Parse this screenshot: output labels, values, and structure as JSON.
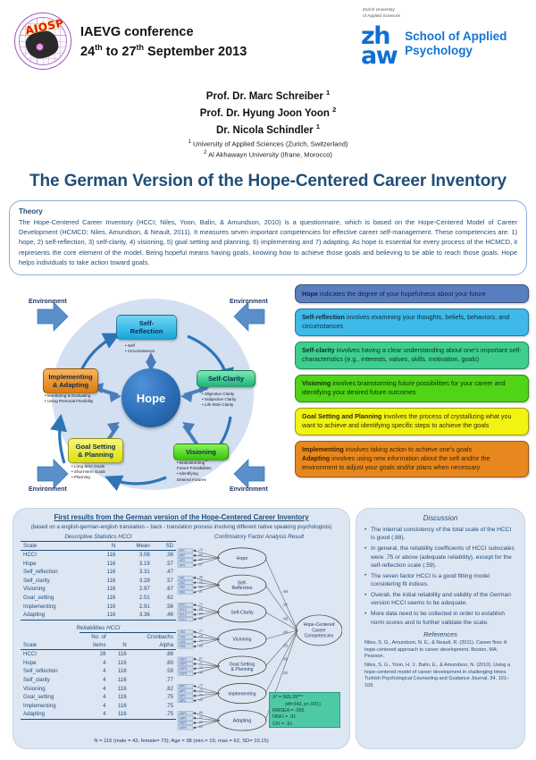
{
  "header": {
    "conference_line1": "IAEVG conference",
    "conference_line2_pre": "24",
    "conference_line2_sup1": "th",
    "conference_line2_mid": " to 27",
    "conference_line2_sup2": "th",
    "conference_line2_post": " September 2013",
    "aiosp_word": "AIOSP",
    "zhaw_tagline_line1": "Zurich University",
    "zhaw_tagline_line2": "of Applied Sciences",
    "zhaw_mark_line1": "zh",
    "zhaw_mark_line2": "aw",
    "zhaw_school_line1": "School of Applied",
    "zhaw_school_line2": "Psychology",
    "brand_color": "#1474d6"
  },
  "authors": {
    "a1": "Prof. Dr. Marc Schreiber",
    "a1_sup": "1",
    "a2": "Prof. Dr. Hyung Joon Yoon",
    "a2_sup": "2",
    "a3": "Dr. Nicola Schindler",
    "a3_sup": "1",
    "affil1_sup": "1",
    "affil1": " University of Applied Sciences (Zurich, Switzerland)",
    "affil2_sup": "2",
    "affil2": " Al Akhawayn University  (Ifrane, Morocco)"
  },
  "title": "The German Version of the Hope-Centered Career Inventory",
  "theory": {
    "heading": "Theory",
    "text": "The Hope-Centered Career Inventory (HCCI; Niles, Yoon, Balin, & Amundson, 2010) is a questionnaire, which is based on the Hope-Centered Model of Career Development (HCMCD; Niles, Amundson, & Neault, 2011). It measures seven important competencies for effective career self-management. These competencies are: 1) hope, 2) self-reflection, 3) self-clarity, 4) visioning, 5) goal setting and planning, 6) implementing and 7) adapting. As hope is essential for every process of the  HCMCD, it represents the core element of the model. Being hopeful means having goals, knowing how to achieve those goals and believing to be able to reach those goals. Hope helps individuals to take action toward goals."
  },
  "model": {
    "environment_label": "Environment",
    "center": "Hope",
    "nodes": [
      {
        "label": "Self-\nReflection",
        "bullets": "• Self\n• Circumstances",
        "color": "#3eb9e8"
      },
      {
        "label": "Self-Clarity",
        "bullets": "• Objective Clarity\n• Subjective Clarity\n• Life Role Clarity",
        "color": "#3ecf8e"
      },
      {
        "label": "Visioning",
        "bullets": "• Brainstorming\n  Future Possibilities\n• Identifying\n  Desired  Futures",
        "color": "#4fd416"
      },
      {
        "label": "Goal Setting\n& Planning",
        "bullets": "• Long-term Goals\n• Short-term Goals\n• Planning",
        "color": "#e8e81a"
      },
      {
        "label": "Implementing\n& Adapting",
        "bullets": "• Monitoring & Evaluating\n• Using Personal Flexibility",
        "color": "#f08c1e"
      }
    ]
  },
  "definitions": [
    {
      "term": "Hope",
      "rest": " indicates the degree of your hopefulness about your future",
      "bg": "#5a7fc0",
      "fg": "#11224a"
    },
    {
      "term": "Self-reflection",
      "rest": " involves examining your thoughts, beliefs, behaviors, and circumstances",
      "bg": "#3eb9e8",
      "fg": "#0b2b3d"
    },
    {
      "term": "Self-clarity",
      "rest": " involves having a clear understanding about one’s important self-characteristics (e.g., interests, values, skills, motivation, goals)",
      "bg": "#3ecf8e",
      "fg": "#0a3022"
    },
    {
      "term": "Visioning",
      "rest": " involves brainstorming future possibilities for your career and identifying your desired future outcomes",
      "bg": "#4fd416",
      "fg": "#0e2f06"
    },
    {
      "term": "Goal Setting and Planning",
      "rest": " involves the process of crystallizing what you want to achieve and identifying specific steps to achieve the goals",
      "bg": "#f2f213",
      "fg": "#2c2c05"
    },
    {
      "term": "Implementing",
      "rest": " involves taking action to achieve one’s goals",
      "term2": "Adapting",
      "rest2": " involves using new information about the self and/or the environment to adjust your goals and/or plans when necessary",
      "bg": "#e8871e",
      "fg": "#3b1f02"
    }
  ],
  "results": {
    "title": "First results from the German version of the Hope-Centered Career Inventory",
    "subtitle": "(based on a english-german-english  translation – back - translation process  involving different native speaking psychologists)",
    "descriptive": {
      "caption": "Descriptive Statistics HCCI",
      "columns": [
        "Scale",
        "N",
        "Mean",
        "SD"
      ],
      "rows": [
        [
          "HCCI",
          "116",
          "3.08",
          ".36"
        ],
        [
          "Hope",
          "116",
          "3.19",
          ".57"
        ],
        [
          "Self_reflection",
          "116",
          "3.31",
          ".47"
        ],
        [
          "Self_clarity",
          "116",
          "3.28",
          ".57"
        ],
        [
          "Visioning",
          "116",
          "2.97",
          ".67"
        ],
        [
          "Goal_setting",
          "116",
          "2.51",
          ".62"
        ],
        [
          "Implementing",
          "116",
          "2.91",
          ".56"
        ],
        [
          "Adapting",
          "116",
          "3.36",
          ".46"
        ]
      ]
    },
    "reliabilities": {
      "caption": "Reliabilities HCCI",
      "columns": [
        "Scale",
        "No. of\nitems",
        "N",
        "Cronbachs\nAlpha"
      ],
      "col_scale": "Scale",
      "col_items_1": "No. of",
      "col_items_2": "items",
      "col_n": "N",
      "col_alpha_1": "Cronbachs",
      "col_alpha_2": "Alpha",
      "rows": [
        [
          "HCCI",
          "28",
          "116",
          ".88"
        ],
        [
          "Hope",
          "4",
          "116",
          ".80"
        ],
        [
          "Self_reflection",
          "4",
          "116",
          ".59"
        ],
        [
          "Self_clarity",
          "4",
          "116",
          ".77"
        ],
        [
          "Visioning",
          "4",
          "116",
          ".82"
        ],
        [
          "Goal_setting",
          "4",
          "116",
          ".75"
        ],
        [
          "Implementing",
          "4",
          "116",
          ".75"
        ],
        [
          "Adapting",
          "4",
          "116",
          ".75"
        ]
      ]
    },
    "sample": "N =  116 (male = 43, female= 73); Age = 38 (min.= 19, max.= 62, SD= 10.15)"
  },
  "chart_data": {
    "type": "diagram",
    "title": "Confirmatory Factor Analysis Result",
    "second_order_factor": "Hope-Centered Career Competencies",
    "factors": [
      {
        "name": "Hope",
        "indicators": [
          "HP1",
          "HP2",
          "HP3",
          "HP4"
        ],
        "loadings": [
          ".75",
          ".69",
          ".84",
          ".87"
        ],
        "second_order_loading": ".69"
      },
      {
        "name": "Self-Reflection",
        "indicators": [
          "SR1",
          "SR2",
          "SR3",
          "SR4"
        ],
        "loadings": [
          ".48",
          ".16",
          ".66",
          ".31"
        ],
        "second_order_loading": ".37"
      },
      {
        "name": "Self-Clarity",
        "indicators": [
          "SCL1",
          "SCL2",
          "SCL3",
          "SCL4"
        ],
        "loadings": [
          ".74",
          ".68",
          ".60",
          ".85"
        ],
        "second_order_loading": ".68"
      },
      {
        "name": "Visioning",
        "indicators": [
          "VIS1",
          "VIS2",
          "VIS3",
          "VIS4"
        ],
        "loadings": [
          ".77",
          ".79",
          ".74",
          ".66"
        ],
        "second_order_loading": ".46"
      },
      {
        "name": "Goal Setting & Planning",
        "indicators": [
          "GSP1",
          "GSP2",
          "GSP3",
          "GSP4"
        ],
        "loadings": [
          ".67",
          ".71",
          ".76",
          ".49"
        ],
        "second_order_loading": ".63"
      },
      {
        "name": "Implementing",
        "indicators": [
          "IMP1",
          "IMP2",
          "IMP3",
          "IMP4"
        ],
        "loadings": [
          ".70",
          ".73",
          ".71",
          ".49"
        ],
        "second_order_loading": ".89"
      },
      {
        "name": "Adapting",
        "indicators": [
          "ADP1",
          "ADP2",
          "ADP3",
          "ADP4"
        ],
        "loadings": [
          ".68",
          ".77",
          ".69",
          ".80"
        ],
        "second_order_loading": ".82"
      }
    ],
    "fit_indices": {
      "chi2": "= 565.39***",
      "chi2_symbol": "X²",
      "df": "(df=343, p<.001)",
      "rmsea": "RMSEA = .065",
      "nnfi": "NNFI = .91",
      "cfi": "CFI = .91"
    }
  },
  "discussion": {
    "title": "Discussion",
    "items": [
      "The internal consistency of the total scale of the HCCI is good (.88).",
      "In general, the reliability coefficients of HCCI subscales were .75 or above (adequate reliability), except for the self-reflection scale (.59).",
      "The seven factor HCCI is a good fitting model considering fit indices.",
      "Overall, the initial reliability and validity of the German version HCCI seems to be adequate.",
      "More data need to be collected in order to establish norm scores and to further validate the scale."
    ],
    "references_title": "References",
    "references": [
      "Niles, S. G., Amundson, N. E., & Neault, R. (2011). Career flow: A hope-centered approach to career development. Boston, MA: Pearson.",
      "Niles, S. G., Yoon, H. J., Balin, E., & Amundson, N. (2010). Using a hope-centered model of career development in challenging times. Turkish Psychological Counseling and Guidance Journal, 34, 101–109."
    ]
  }
}
